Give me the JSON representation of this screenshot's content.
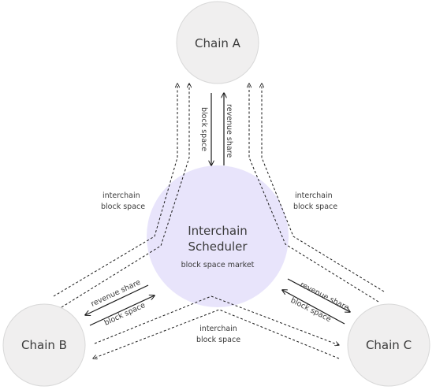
{
  "nodes": {
    "chain_a": "Chain A",
    "chain_b": "Chain B",
    "chain_c": "Chain C",
    "scheduler_line1": "Interchain",
    "scheduler_line2": "Scheduler",
    "scheduler_sub": "block space market"
  },
  "edges": {
    "a_block_space": "block space",
    "a_revenue_share": "revenue share",
    "b_revenue_share": "revenue share",
    "b_block_space": "block space",
    "c_revenue_share": "revenue share",
    "c_block_space": "block space",
    "left_interchain": "interchain",
    "left_block_space": "block space",
    "right_interchain": "interchain",
    "right_block_space": "block space",
    "bottom_interchain": "interchain",
    "bottom_block_space": "block space"
  },
  "colors": {
    "chain_fill": "#f0efef",
    "chain_stroke": "#d8d8d8",
    "scheduler_fill": "#e8e4fb",
    "line": "#1a1a1a"
  }
}
